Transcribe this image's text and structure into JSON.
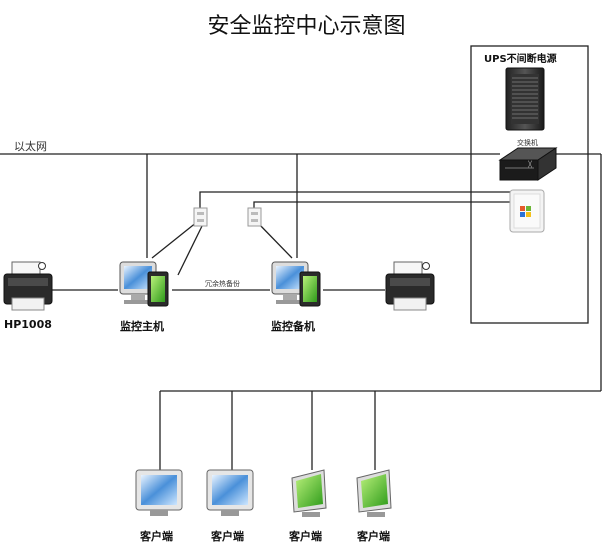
{
  "title": "安全监控中心示意图",
  "ethernet_label": "以太网",
  "ups_label": "UPS不间断电源",
  "switch_label": "交换机",
  "hot_backup_label": "冗余热备份",
  "printer_label": "HP1008",
  "primary_label": "监控主机",
  "backup_label": "监控备机",
  "clients": [
    "客户端",
    "客户端",
    "客户端",
    "客户端"
  ],
  "icons": {
    "printer": "printer-icon",
    "monitor": "monitor-icon",
    "server_rack": "server-rack-icon",
    "switch": "network-switch-icon",
    "windows_box": "windows-server-icon",
    "wall_socket": "wall-socket-icon"
  }
}
